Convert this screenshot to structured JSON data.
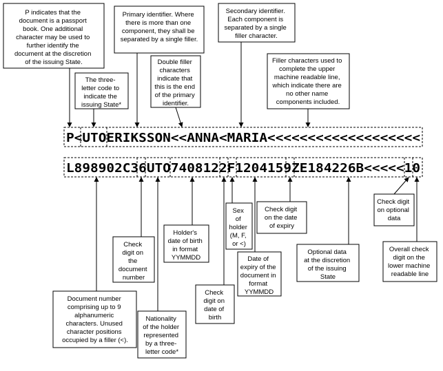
{
  "mrz": {
    "line1": "P<UTOERIKSSON<<ANNA<MARIA<<<<<<<<<<<<<<<<<<<",
    "line2": "L898902C36UTO7408122F1204159ZE184226B<<<<<10"
  },
  "callouts": {
    "doc_type": [
      "P indicates that the",
      "document is a passport",
      "book. One additional",
      "character may be used to",
      "further identify the",
      "document at the discretion",
      "of the issuing State."
    ],
    "issuing_state": [
      "The three-",
      "letter code to",
      "indicate the",
      "issuing State*"
    ],
    "primary_id": [
      "Primary identifier. Where",
      "there is more than one",
      "component, they shall be",
      "separated by a single filler."
    ],
    "double_filler": [
      "Double filler",
      "characters",
      "indicate that",
      "this is the end",
      "of the primary",
      "identifier."
    ],
    "secondary_id": [
      "Secondary identifier.",
      "Each component is",
      "separated by a single",
      "filler character."
    ],
    "filler_chars": [
      "Filler characters used to",
      "complete the upper",
      "machine readable line,",
      "which indicate there are",
      "no other name",
      "components included."
    ],
    "doc_number": [
      "Document number",
      "comprising up to 9",
      "alphanumeric",
      "characters. Unused",
      "character positions",
      "occupied by a filler (<)."
    ],
    "check_docnum": [
      "Check",
      "digit on",
      "the",
      "document",
      "number"
    ],
    "nationality": [
      "Nationality",
      "of the holder",
      "represented",
      "by a three-",
      "letter code*"
    ],
    "birth_date": [
      "Holder's",
      "date of birth",
      "in format",
      "YYMMDD"
    ],
    "check_birth": [
      "Check",
      "digit on",
      "date of",
      "birth"
    ],
    "sex": [
      "Sex",
      "of",
      "holder",
      "(M, F,",
      "or <)"
    ],
    "expiry_date": [
      "Date of",
      "expiry of the",
      "document in",
      "format",
      "YYMMDD"
    ],
    "check_expiry": [
      "Check digit",
      "on the date",
      "of expiry"
    ],
    "optional_data": [
      "Optional data",
      "at the discretion",
      "of the issuing",
      "State"
    ],
    "check_optional": [
      "Check digit",
      "on optional",
      "data"
    ],
    "overall_check": [
      "Overall check",
      "digit on the",
      "lower machine",
      "readable line"
    ]
  }
}
